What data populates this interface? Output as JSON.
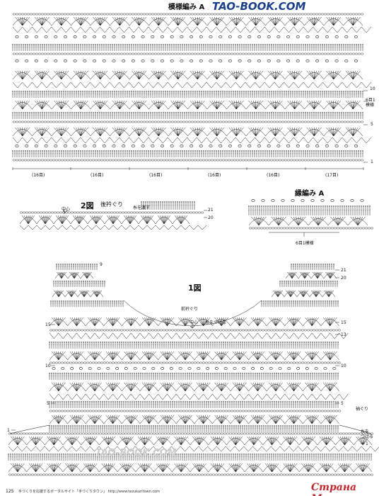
{
  "pattern_a": {
    "title": "模様編み A",
    "row_numbers": [
      "10",
      "6目1模様",
      "5",
      "1"
    ],
    "repeats": [
      "(16目)",
      "(16目)",
      "(16目)",
      "(16目)",
      "(16目)",
      "(17目)"
    ]
  },
  "figure2": {
    "title": "2図",
    "subtitle": "後衿ぐり",
    "center": "中心",
    "yarn_attach": "糸を渡す",
    "row_numbers": [
      "21",
      "20"
    ]
  },
  "edging_a": {
    "title": "縁編み A",
    "repeat": "6目1模様"
  },
  "figure1": {
    "title": "1図",
    "front_neck": "前衿ぐり",
    "center": "中心",
    "yarn_attach": "糸をつける",
    "sleeve": "袖ぐり",
    "attach_bottom": "糸を\nつける",
    "row_left": [
      "9",
      "15",
      "10",
      "5",
      "1"
    ],
    "row_right": [
      "21",
      "20",
      "15",
      "13",
      "10",
      "5",
      "1"
    ]
  },
  "footer": {
    "page_no": "125",
    "text": "手づくりを応援するポータルサイト「手づくりタウン」 http://www.tezukuritown.com"
  },
  "watermarks": {
    "top": "TAO-BOOK.COM",
    "center": "TAO-BOOK.COM",
    "corner": "Страна Мам"
  },
  "colors": {
    "ink": "#1a1a1a",
    "logo_blue": "#1c3f8c",
    "logo_red": "#c0282d",
    "page": "#ffffff"
  }
}
